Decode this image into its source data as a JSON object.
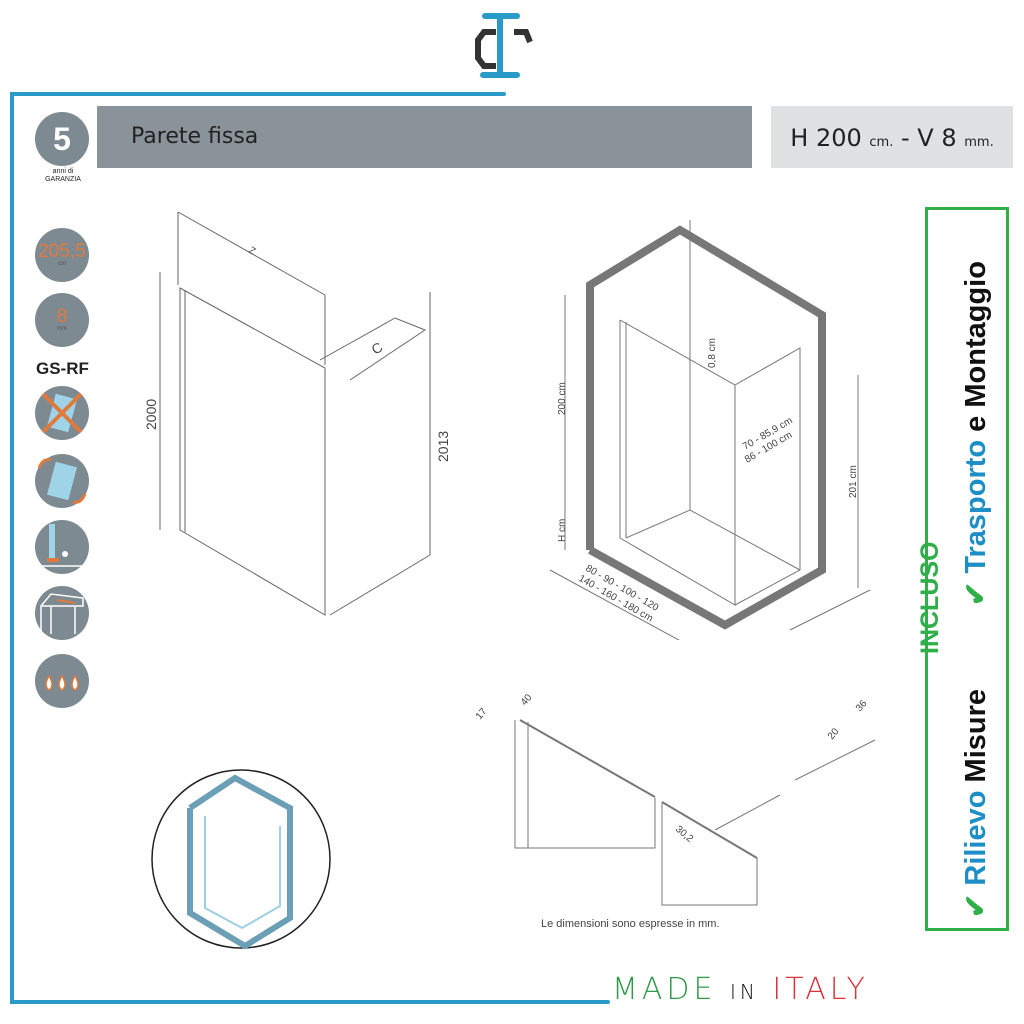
{
  "logo": {
    "name": "IC logo",
    "color": "#2a9bc9"
  },
  "header": {
    "title": "Parete fissa",
    "spec_h": "H 200",
    "spec_h_unit": "cm.",
    "spec_sep": "-",
    "spec_v": "V 8",
    "spec_v_unit": "mm."
  },
  "sidebar": {
    "warranty_years": "5",
    "warranty_label_1": "anni di",
    "warranty_label_2": "GARANZIA",
    "height_value": "205,5",
    "height_unit": "cm",
    "glass_value": "8",
    "glass_unit": "mm",
    "code": "GS-RF",
    "icons": [
      "no-reversible-icon",
      "reversible-icon",
      "anti-limescale-icon",
      "wall-profile-icon",
      "water-drops-icon"
    ]
  },
  "drawing1": {
    "z": "Z",
    "c": "C",
    "h_left": "2000",
    "h_right": "2013"
  },
  "drawing2": {
    "h1": "200 cm",
    "h2": "H cm",
    "gap": "0,8 cm",
    "w1": "70 - 85,9 cm",
    "w2": "86 - 100 cm",
    "h3": "201 cm",
    "base1": "80 - 90 - 100 - 120",
    "base2": "140 - 160 - 180  cm"
  },
  "drawing3": {
    "d17": "17",
    "d40": "40",
    "d302": "30,2",
    "d20": "20",
    "d36": "36",
    "note": "Le dimensioni sono espresse in mm."
  },
  "included": {
    "label": "INCLUSO",
    "line1_a": "Trasporto",
    "line1_b": "e Montaggio",
    "line2_a": "Rilievo",
    "line2_b": "Misure",
    "check": "✔"
  },
  "footer": {
    "made": "MADE",
    "in": "IN",
    "italy": "ITALY"
  },
  "colors": {
    "accent": "#2a9bc9",
    "green": "#2fae4a",
    "red": "#d6343b",
    "orange": "#e07a3c",
    "gray": "#8a9399"
  }
}
